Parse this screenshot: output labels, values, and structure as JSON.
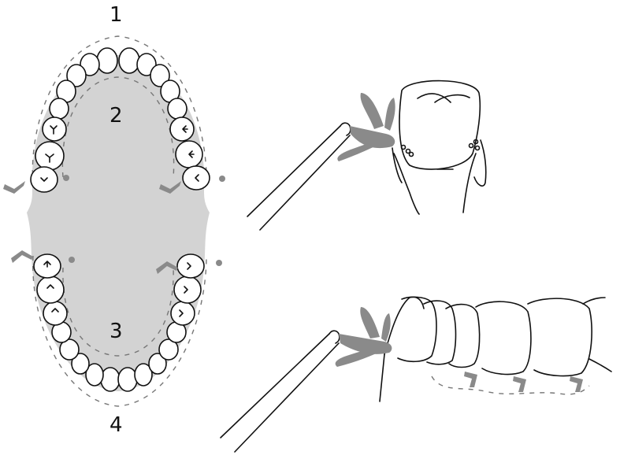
{
  "labels": {
    "region_1": "1",
    "region_2": "2",
    "region_3": "3",
    "region_4": "4"
  },
  "colors": {
    "palate_fill": "#d3d3d3",
    "water_spray": "#8a8a8a",
    "outline": "#111111"
  },
  "icons": [
    "upper-dental-arch-icon",
    "lower-dental-arch-icon",
    "irrigator-tip-icon",
    "water-jet-icon",
    "molar-cross-section-icon",
    "side-teeth-icon"
  ]
}
